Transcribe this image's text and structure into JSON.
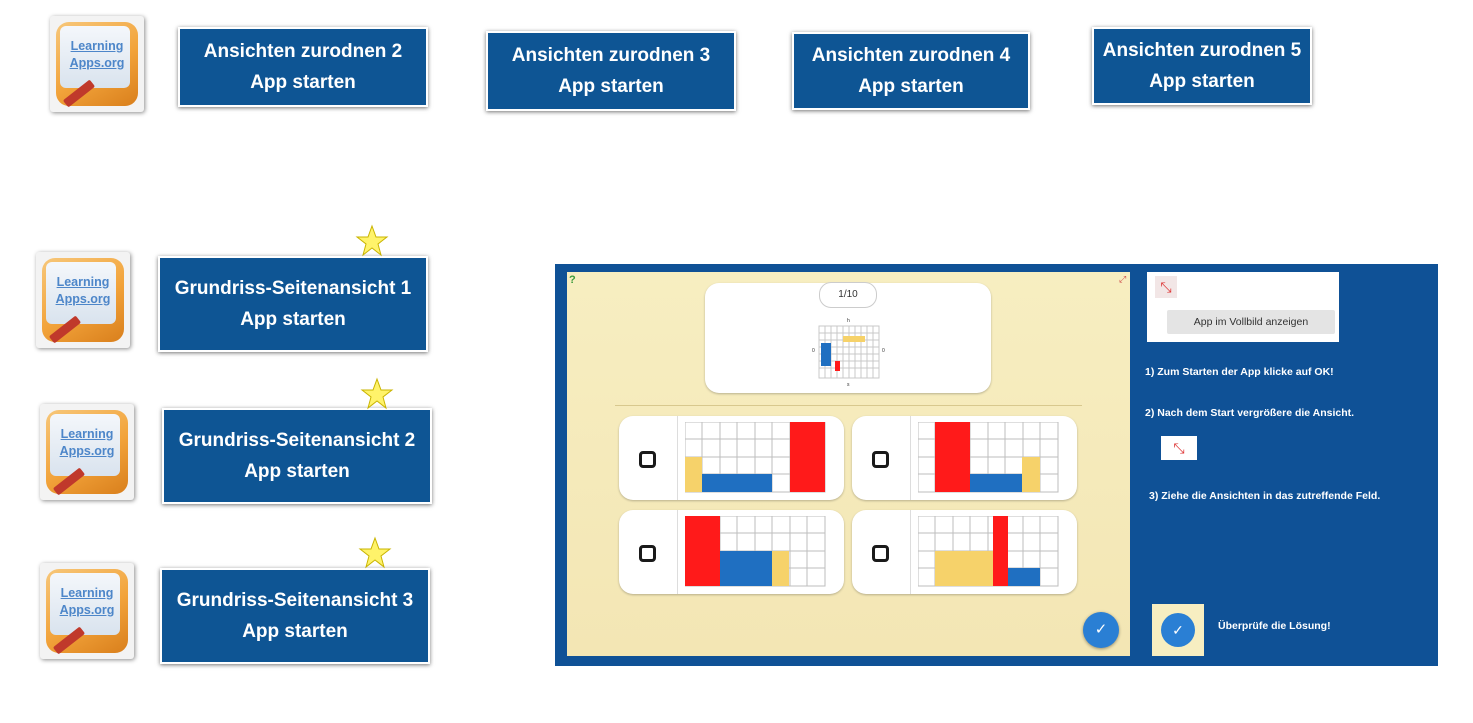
{
  "top_row": [
    {
      "line1": "Ansichten zurodnen 2",
      "line2": "App starten"
    },
    {
      "line1": "Ansichten zurodnen 3",
      "line2": "App starten"
    },
    {
      "line1": "Ansichten zurodnen 4",
      "line2": "App starten"
    },
    {
      "line1": "Ansichten zurodnen 5",
      "line2": "App starten"
    }
  ],
  "grundriss": [
    {
      "line1": "Grundriss-Seitenansicht 1",
      "line2": "App starten"
    },
    {
      "line1": "Grundriss-Seitenansicht 2",
      "line2": "App starten"
    },
    {
      "line1": "Grundriss-Seitenansicht 3",
      "line2": "App starten"
    }
  ],
  "logo": {
    "line1": "Learning",
    "line2": "Apps.org"
  },
  "icons": {
    "logo": "learningapps-logo-icon",
    "star": "star-icon",
    "fullscreen": "fullscreen-icon",
    "help": "help-icon",
    "check": "check-solution-icon",
    "checkbox": "checkbox-icon"
  },
  "colors": {
    "button": "#0e5594",
    "app_frame": "#0f5196",
    "red": "#ff1a1a",
    "blue": "#1f6fc1",
    "yellow": "#f6d26a"
  },
  "app": {
    "counter": "1/10",
    "preview_labels": {
      "top": "h",
      "left": "0",
      "right": "0",
      "bottom": "s"
    },
    "tooltip": "App im Vollbild anzeigen",
    "step1": "1) Zum Starten der App klicke auf OK!",
    "step2": "2) Nach dem Start vergrößere die Ansicht.",
    "step3": "3) Ziehe die Ansichten in das zutreffende Feld.",
    "check_label": "Überprüfe die Lösung!"
  }
}
